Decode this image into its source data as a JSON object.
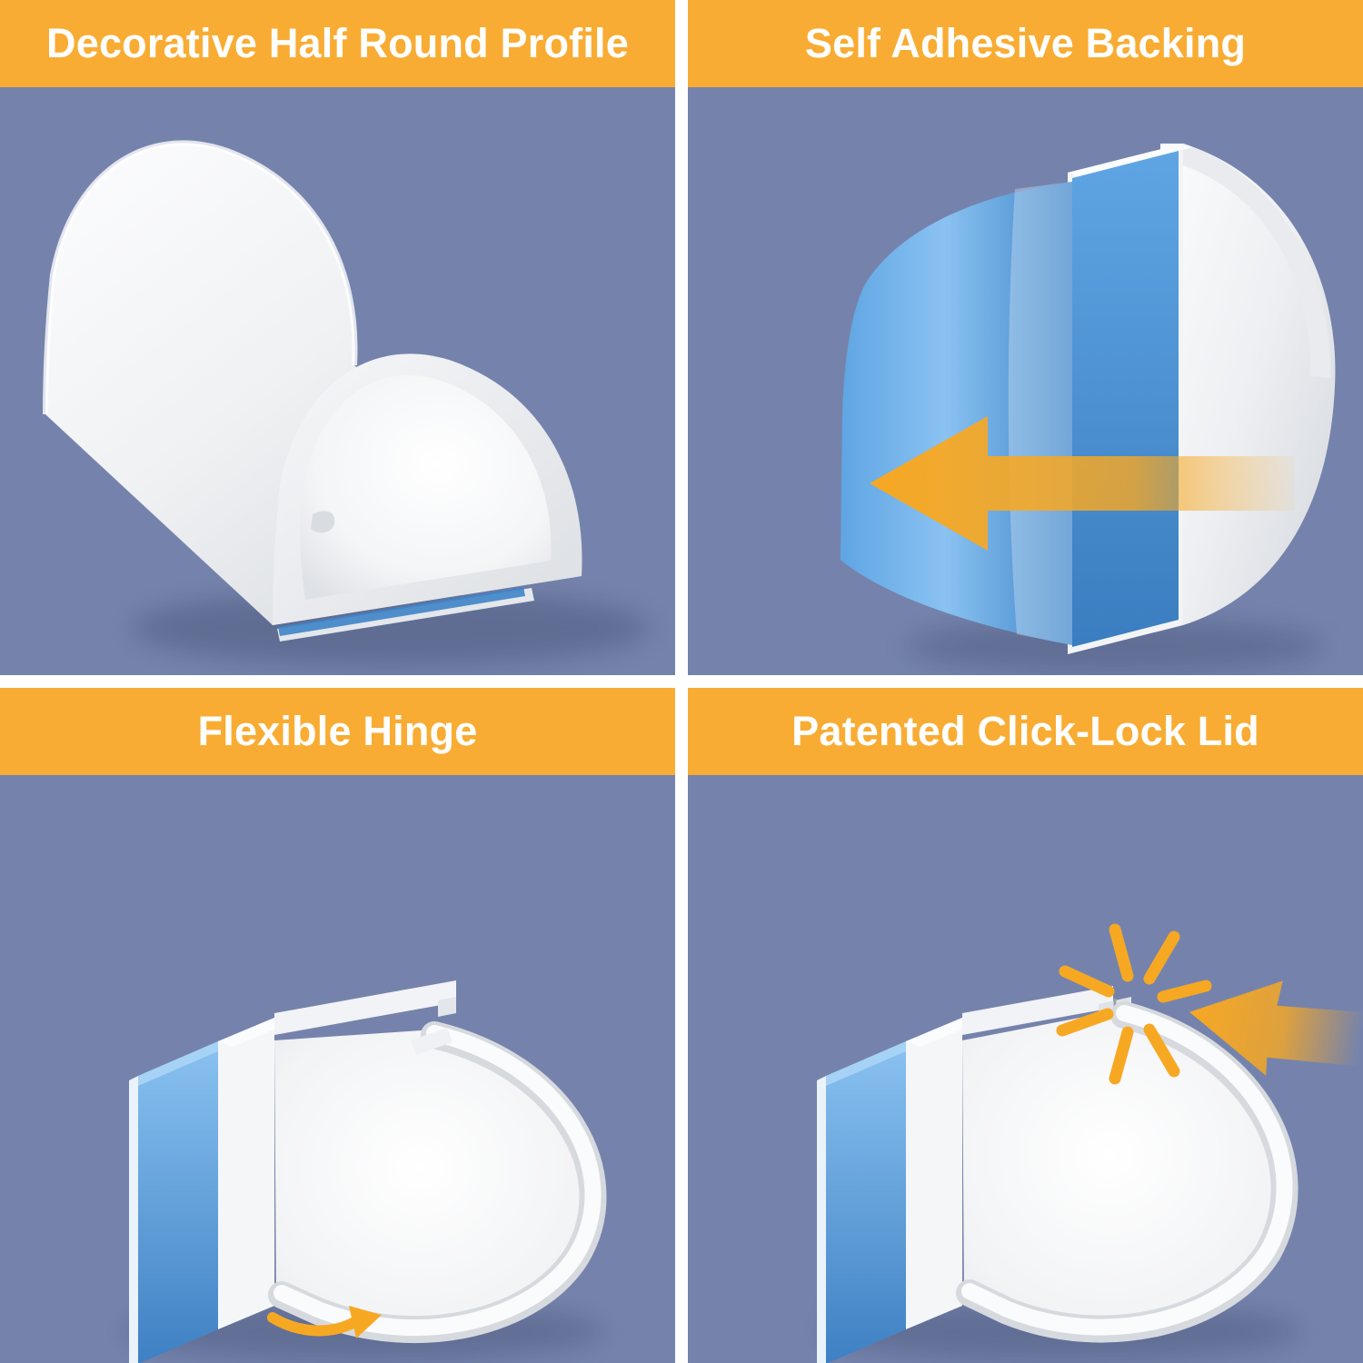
{
  "image_title": "Cable raceway cord cover feature grid",
  "colors": {
    "header_bg": "#F9AC33",
    "header_text": "#FFFFFF",
    "panel_bg": "#7583AC",
    "divider": "#FFFFFF",
    "arrow_orange": "#F7A823",
    "adhesive_blue_light": "#8AC2F1",
    "adhesive_blue_mid": "#5FA5E3",
    "adhesive_blue_dark": "#3E84C8",
    "plastic_white": "#FFFFFF"
  },
  "panels": [
    {
      "id": "half-round-profile",
      "title": "Decorative Half Round Profile",
      "illustration": "white-half-round-cable-channel-3d-render",
      "icons": []
    },
    {
      "id": "self-adhesive-backing",
      "title": "Self Adhesive Backing",
      "illustration": "channel-back-with-blue-liner-peeling-off",
      "icons": [
        "peel-direction-left-arrow"
      ]
    },
    {
      "id": "flexible-hinge",
      "title": "Flexible Hinge",
      "illustration": "open-channel-cross-section-with-hinge",
      "icons": [
        "hinge-rotation-arrow"
      ]
    },
    {
      "id": "click-lock-lid",
      "title": "Patented Click-Lock Lid",
      "illustration": "closed-channel-cross-section-with-click-snap",
      "icons": [
        "click-starburst",
        "press-direction-arrow"
      ]
    }
  ]
}
